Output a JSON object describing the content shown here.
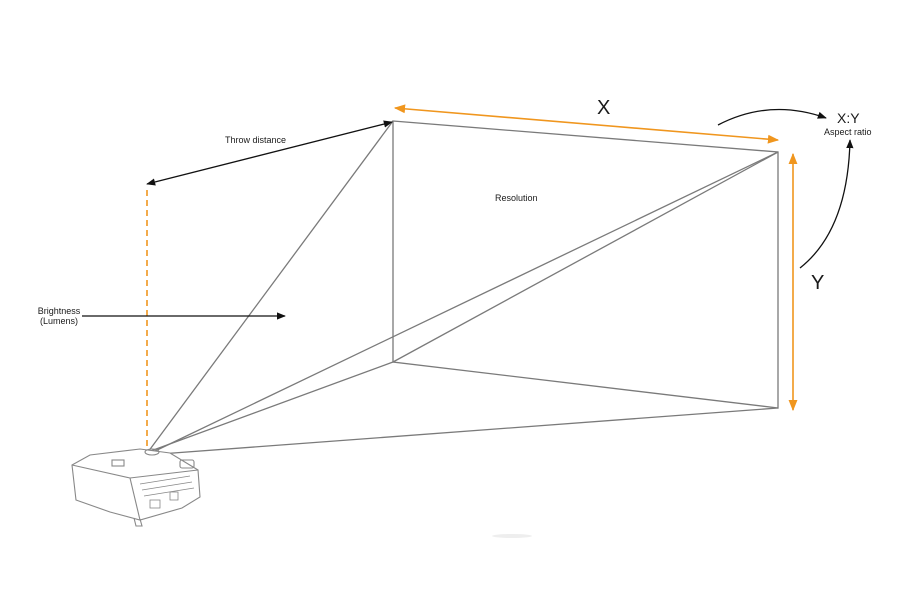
{
  "labels": {
    "throw_distance": "Throw distance",
    "brightness_line1": "Brightness",
    "brightness_line2": "(Lumens)",
    "resolution": "Resolution",
    "x_dimension": "X",
    "y_dimension": "Y",
    "ratio": "X:Y",
    "aspect_ratio": "Aspect ratio"
  },
  "colors": {
    "dimension_accent": "#f0961e",
    "screen_lines": "#7a7a7a",
    "annotation_arrows": "#111111",
    "projector_outline": "#888888"
  }
}
